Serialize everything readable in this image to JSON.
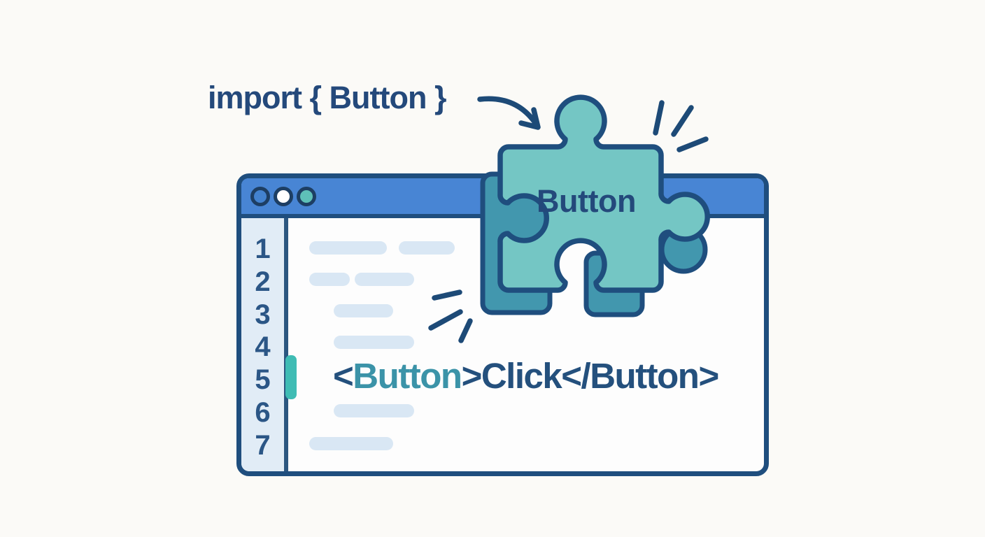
{
  "illustration": {
    "heading": "import { Button }",
    "puzzle_label": "Button",
    "colors": {
      "outline_navy": "#1f4e7e",
      "text_navy": "#24497b",
      "titlebar_blue": "#4885d4",
      "puzzle_teal": "#74c6c4",
      "puzzle_teal_dark": "#4297ae",
      "active_line_teal": "#3fbcb4",
      "dot_blue": "#4382cf",
      "dot_white": "#ffffff",
      "dot_teal": "#5ec0b8",
      "gutter_blue": "#e1ecf6",
      "placeholder_bar_blue": "#d9e7f4",
      "code_tag_teal": "#3b93a8",
      "code_text_navy": "#24507d"
    }
  },
  "editor": {
    "line_numbers": [
      "1",
      "2",
      "3",
      "4",
      "5",
      "6",
      "7"
    ],
    "active_line": "5",
    "code_segments": [
      {
        "text": "<"
      },
      {
        "text": "Button"
      },
      {
        "text": ">Click</Button>"
      }
    ]
  }
}
